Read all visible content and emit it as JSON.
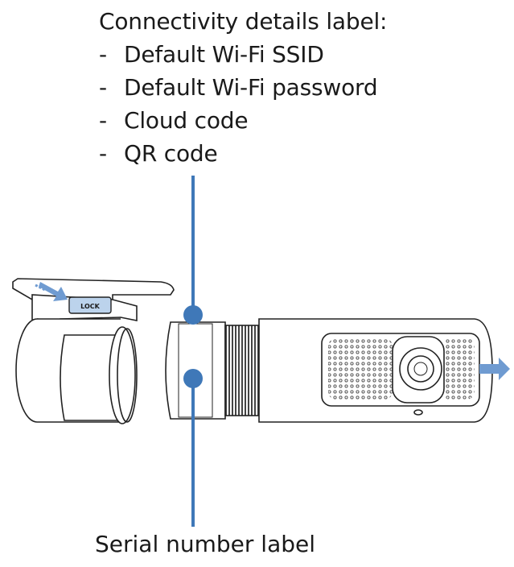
{
  "connectivity_label": {
    "title": "Connectivity details label:",
    "items": [
      {
        "bullet": "-",
        "text": "Default Wi-Fi SSID"
      },
      {
        "bullet": "-",
        "text": "Default Wi-Fi password"
      },
      {
        "bullet": "-",
        "text": "Cloud code"
      },
      {
        "bullet": "-",
        "text": "QR code"
      }
    ]
  },
  "mount": {
    "lock_text": "LOCK"
  },
  "serial_label": {
    "text": "Serial number label"
  },
  "colors": {
    "callout": "#3f78b8",
    "arrow": "#6f9bd1",
    "outline": "#222222",
    "lock_plate": "#bcd3ec"
  }
}
